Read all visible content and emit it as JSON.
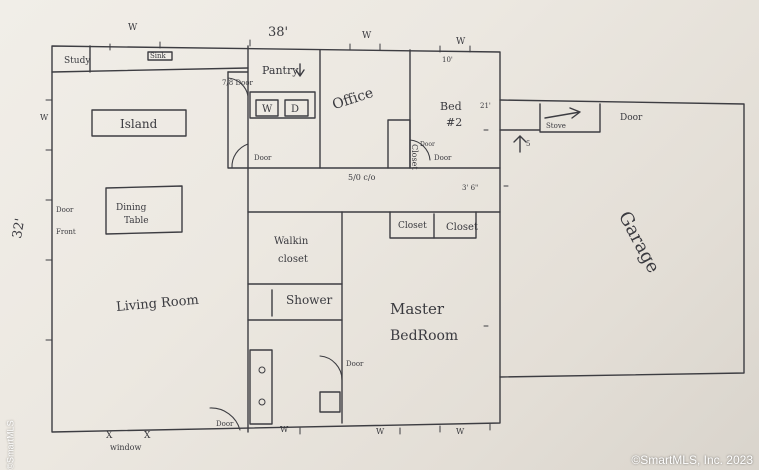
{
  "dimensions": {
    "width": "38'",
    "depth": "32'"
  },
  "rooms": {
    "study": "Study",
    "pantry": "Pantry",
    "office": "Office",
    "bed2_a": "Bed",
    "bed2_b": "#2",
    "island": "Island",
    "dining_a": "Dining",
    "dining_b": "Table",
    "walkin_a": "Walkin",
    "walkin_b": "closet",
    "shower": "Shower",
    "master_a": "Master",
    "master_b": "BedRoom",
    "living": "Living Room",
    "garage": "Garage"
  },
  "fixtures": {
    "sink": "Sink",
    "washer": "W",
    "dryer": "D",
    "stove": "Stove",
    "closet_bed2": "Closet",
    "closet_master_1": "Closet",
    "closet_master_2": "Closet"
  },
  "labels": {
    "door_pantry": "7/8 Door",
    "door_front_a": "Door",
    "door_front_b": "Front",
    "door_garage": "Door",
    "door_bath": "Door",
    "door_living": "Door",
    "door_office": "Door",
    "door_bed2": "Door",
    "door_bed2_lower": "Door",
    "hall_closet": "5/0 c/o",
    "side_note": "3' 6\"",
    "bed_note": "21'",
    "ten_note": "10'",
    "five_note": "5",
    "window_label": "window",
    "w": "W",
    "x": "X"
  },
  "watermark": "©SmartMLS, Inc. 2023",
  "side_watermark": "©SmartMLS"
}
